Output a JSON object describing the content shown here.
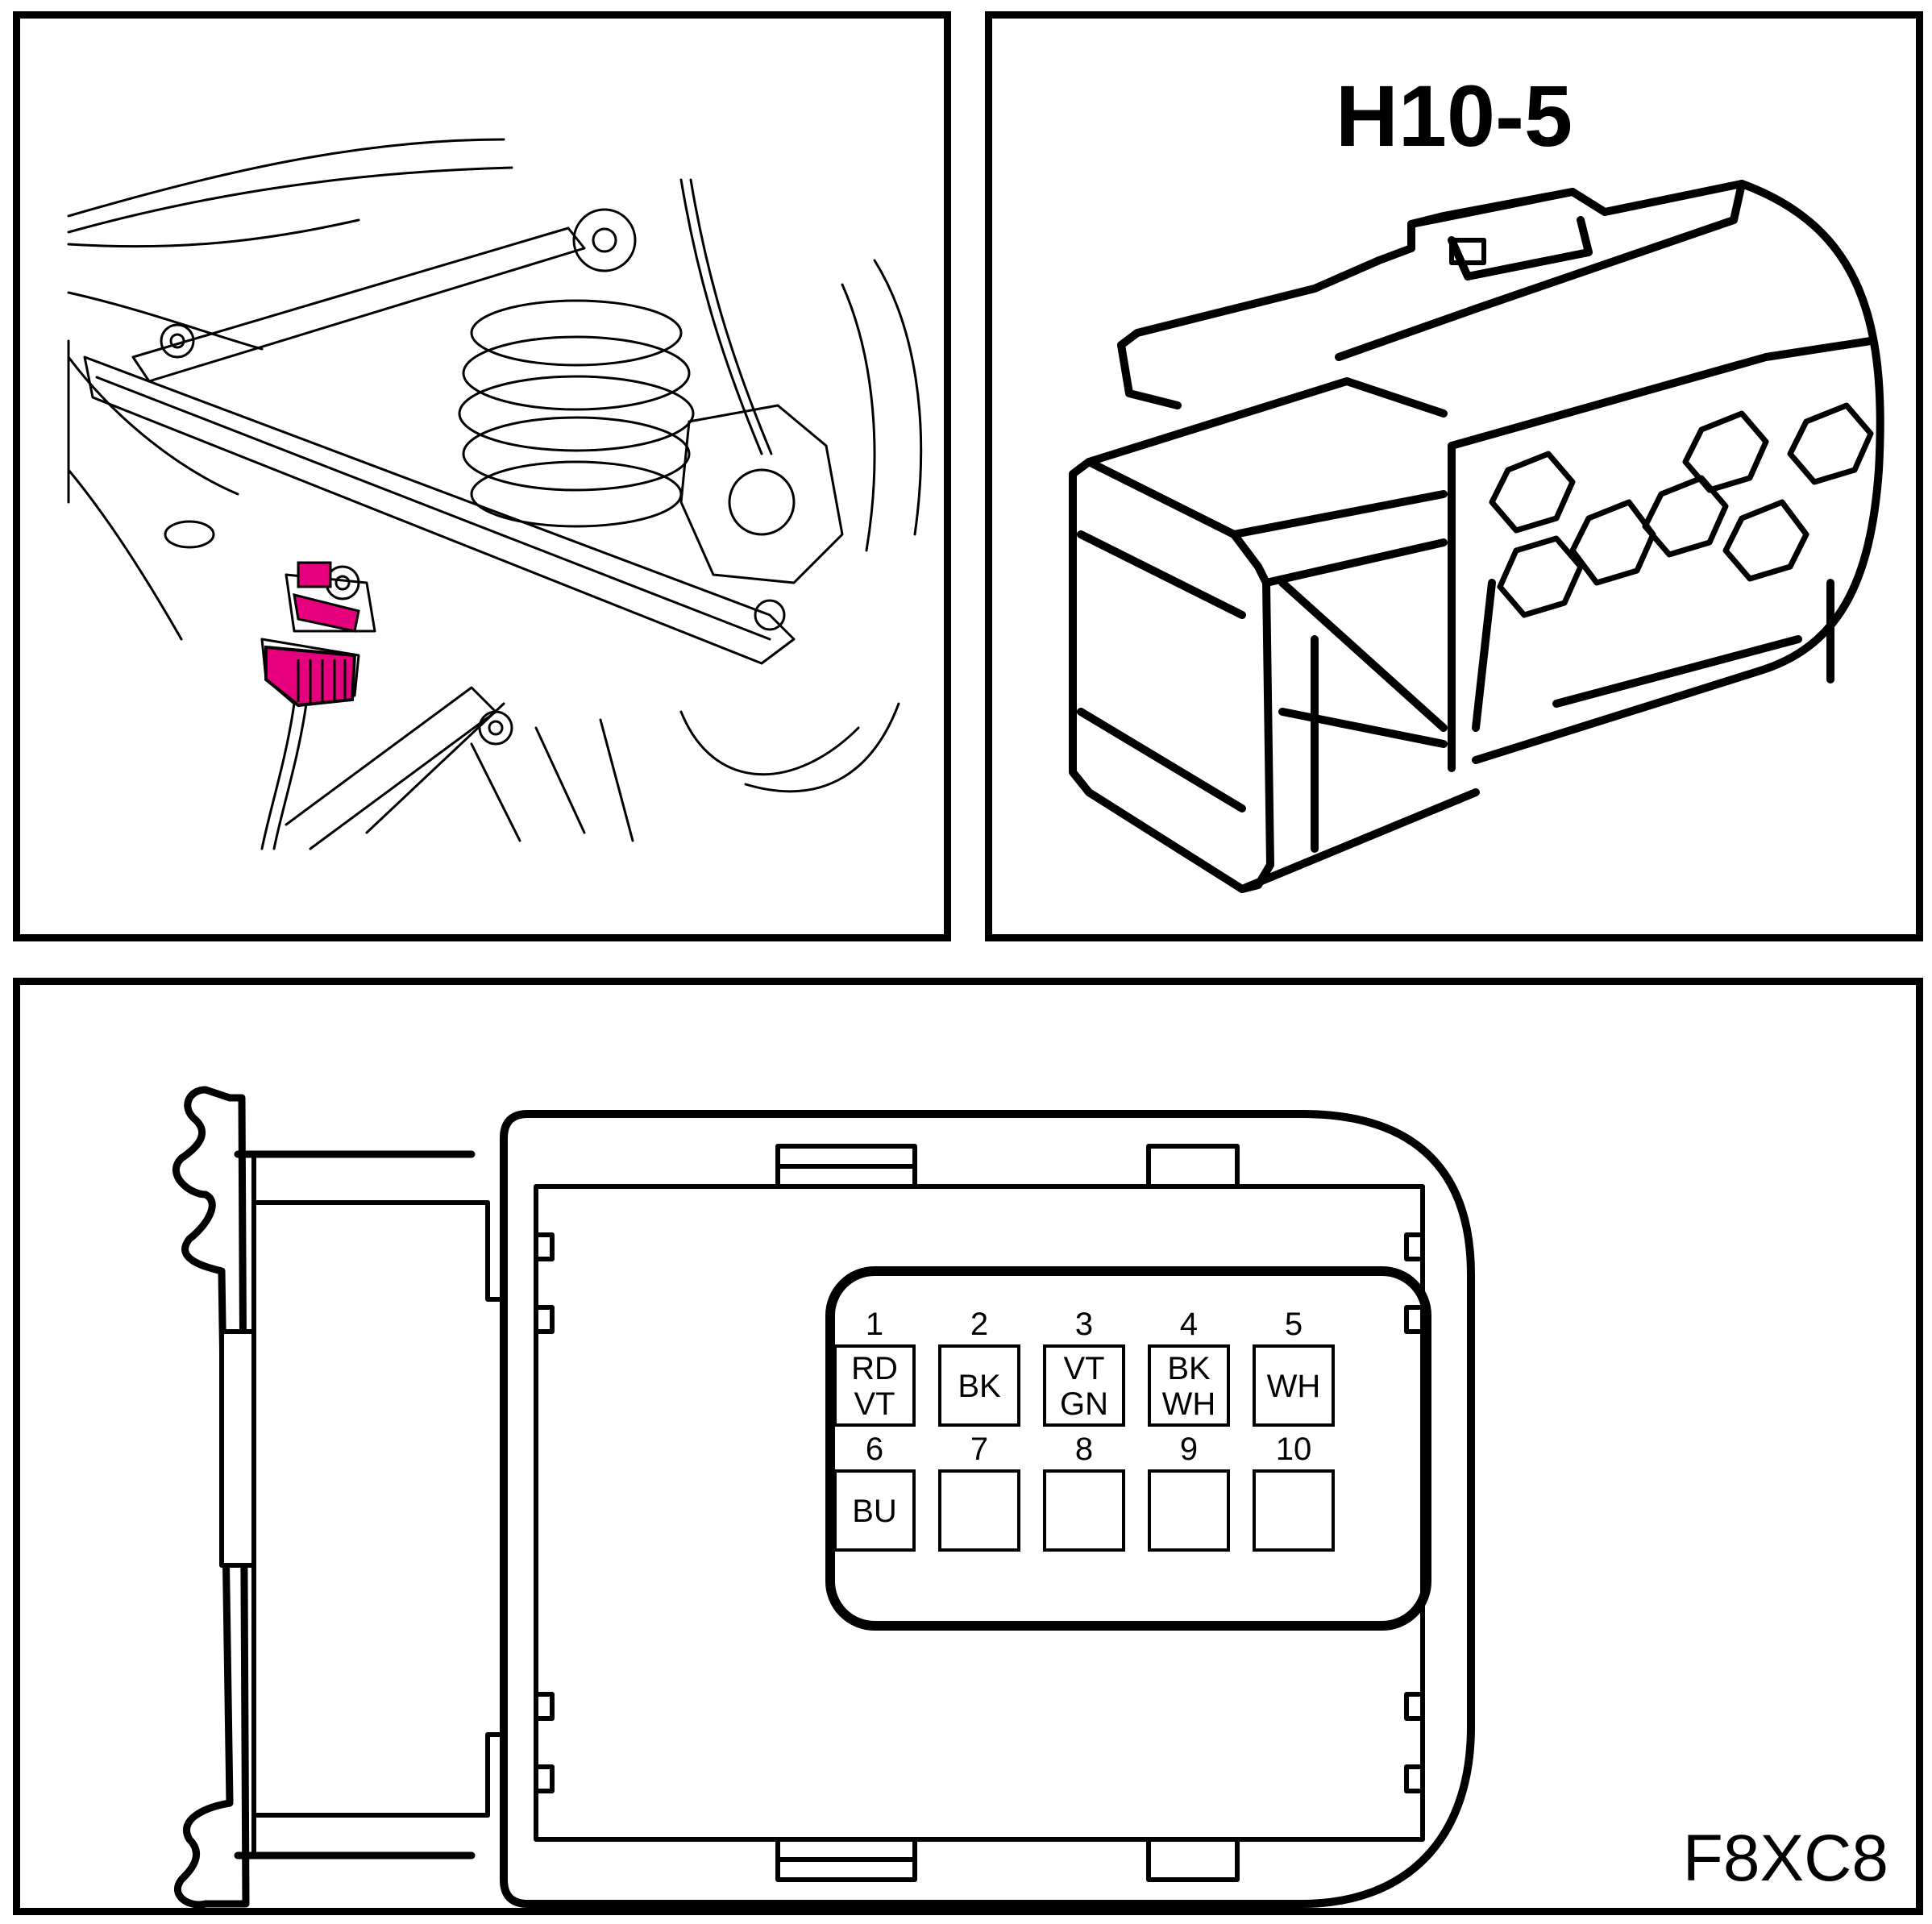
{
  "connector_label": "H10-5",
  "figure_code": "F8XC8",
  "highlight_color": "#e6007e",
  "pins": [
    {
      "number": "1",
      "wire": [
        "RD",
        "VT"
      ]
    },
    {
      "number": "2",
      "wire": [
        "BK"
      ]
    },
    {
      "number": "3",
      "wire": [
        "VT",
        "GN"
      ]
    },
    {
      "number": "4",
      "wire": [
        "BK",
        "WH"
      ]
    },
    {
      "number": "5",
      "wire": [
        "WH"
      ]
    },
    {
      "number": "6",
      "wire": [
        "BU"
      ]
    },
    {
      "number": "7",
      "wire": []
    },
    {
      "number": "8",
      "wire": []
    },
    {
      "number": "9",
      "wire": []
    },
    {
      "number": "10",
      "wire": []
    }
  ]
}
